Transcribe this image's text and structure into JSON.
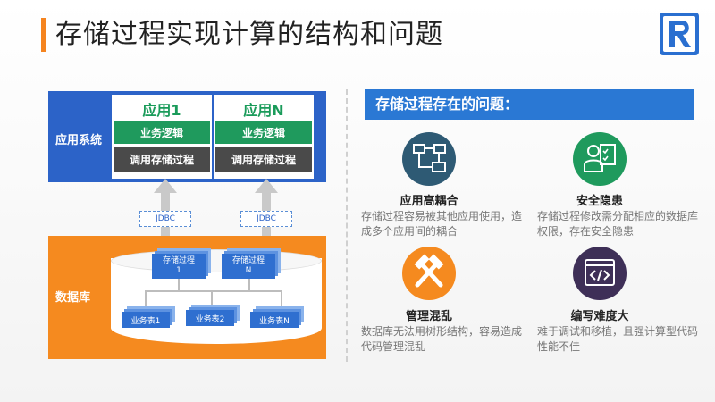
{
  "title": "存储过程实现计算的结构和问题",
  "diagram": {
    "app_system_label": "应用系统",
    "app1": {
      "name": "应用1",
      "logic": "业务逻辑",
      "call": "调用存储过程"
    },
    "appN": {
      "name": "应用N",
      "logic": "业务逻辑",
      "call": "调用存储过程"
    },
    "jdbc": [
      "JDBC",
      "JDBC"
    ],
    "database_label": "数据库",
    "procedures": [
      {
        "line1": "存储过程",
        "line2": "1"
      },
      {
        "line1": "存储过程",
        "line2": "N"
      }
    ],
    "tables": [
      "业务表1",
      "业务表2",
      "业务表N"
    ]
  },
  "problems_header": "存储过程存在的问题：",
  "problems": [
    {
      "title": "应用高耦合",
      "desc": "存储过程容易被其他应用使用，造成多个应用间的耦合",
      "icon": "flowchart-icon",
      "color": "#2e5a74"
    },
    {
      "title": "安全隐患",
      "desc": "存储过程修改需分配相应的数据库权限，存在安全隐患",
      "icon": "user-check-icon",
      "color": "#1f9a5d"
    },
    {
      "title": "管理混乱",
      "desc": "数据库无法用树形结构，容易造成代码管理混乱",
      "icon": "tools-icon",
      "color": "#f58a1f"
    },
    {
      "title": "编写难度大",
      "desc": "难于调试和移植，且强计算型代码性能不佳",
      "icon": "code-icon",
      "color": "#3e2f57"
    }
  ]
}
